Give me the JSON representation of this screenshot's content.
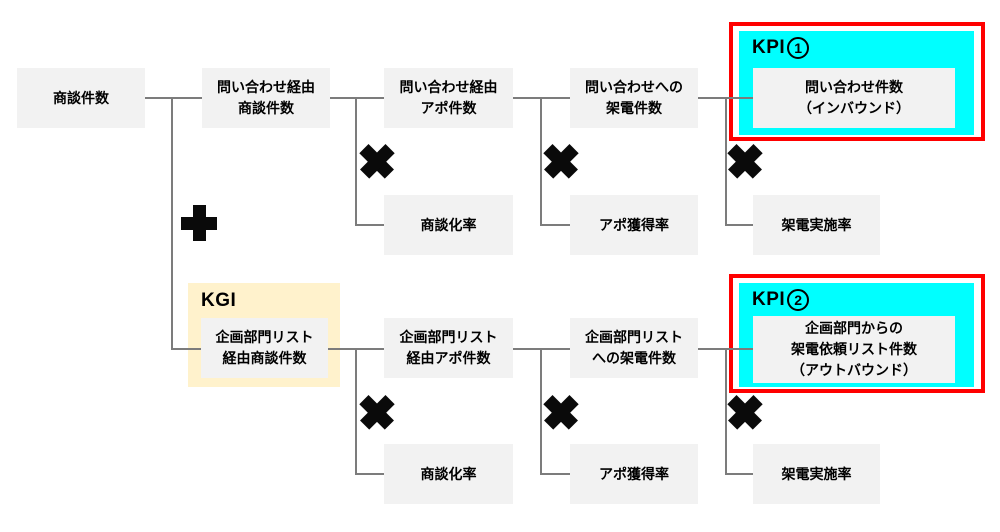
{
  "diagram": {
    "root_label": "商談件数",
    "row1": {
      "inquiry_deals": "問い合わせ経由\n商談件数",
      "inquiry_appointments": "問い合わせ経由\nアポ件数",
      "inquiry_calls": "問い合わせへの\n架電件数",
      "deal_conversion_rate": "商談化率",
      "appointment_rate": "アポ獲得率",
      "call_execution_rate": "架電実施率"
    },
    "row2": {
      "planning_list_deals": "企画部門リスト\n経由商談件数",
      "planning_list_appointments": "企画部門リスト\n経由アポ件数",
      "planning_list_calls": "企画部門リスト\nへの架電件数",
      "deal_conversion_rate": "商談化率",
      "appointment_rate": "アポ獲得率",
      "call_execution_rate": "架電実施率"
    },
    "kgi": {
      "tag": "KGI"
    },
    "kpi1": {
      "tag_text": "KPI",
      "tag_number": "1",
      "label": "問い合わせ件数\n（インバウンド）"
    },
    "kpi2": {
      "tag_text": "KPI",
      "tag_number": "2",
      "label": "企画部門からの\n架電依頼リスト件数\n（アウトバウンド）"
    },
    "operators": {
      "plus_glyph": "✚",
      "multiply_glyph": "✖"
    },
    "colors": {
      "node_bg": "#f2f2f2",
      "kpi_fill": "#00ffff",
      "kpi_border": "#ff0000",
      "kgi_fill": "#fff2cc",
      "line": "#7c7c7c",
      "text": "#000000"
    }
  }
}
